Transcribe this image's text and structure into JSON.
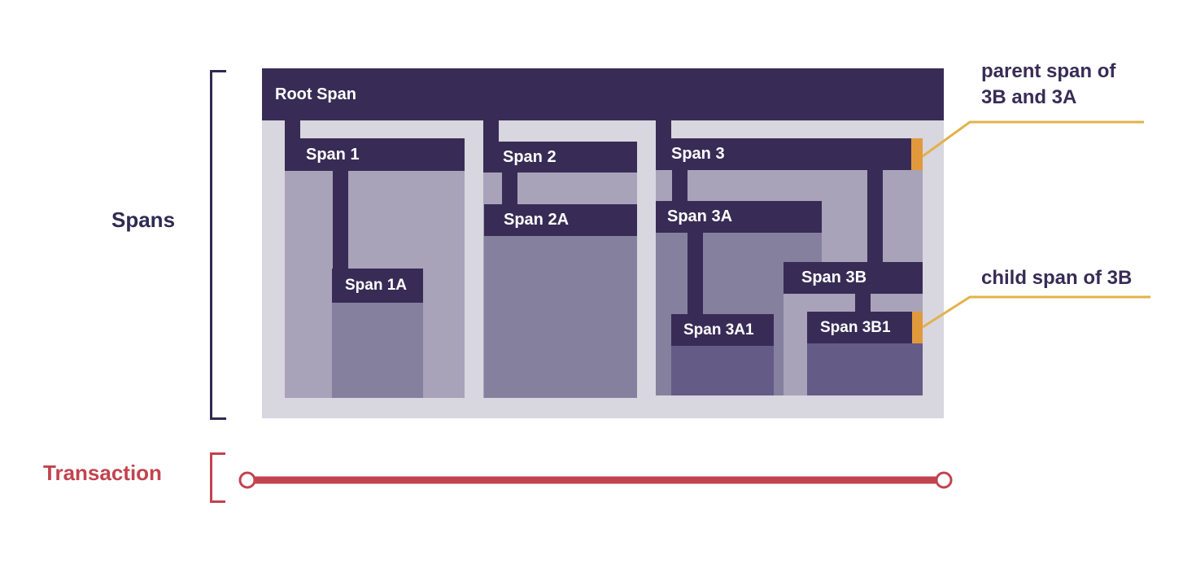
{
  "labels": {
    "spans": "Spans",
    "transaction": "Transaction",
    "parent_callout_line1": "parent span of",
    "parent_callout_line2": "3B and 3A",
    "child_callout": "child span of 3B"
  },
  "spans": {
    "root": "Root Span",
    "s1": "Span 1",
    "s1a": "Span 1A",
    "s2": "Span 2",
    "s2a": "Span 2A",
    "s3": "Span 3",
    "s3a": "Span 3A",
    "s3a1": "Span 3A1",
    "s3b": "Span 3B",
    "s3b1": "Span 3B1"
  },
  "colors": {
    "span_bar": "#382c56",
    "panel": "#d8d6df",
    "transaction": "#c2434f",
    "callout_line": "#e2b24a",
    "highlight": "#e09a3c"
  }
}
